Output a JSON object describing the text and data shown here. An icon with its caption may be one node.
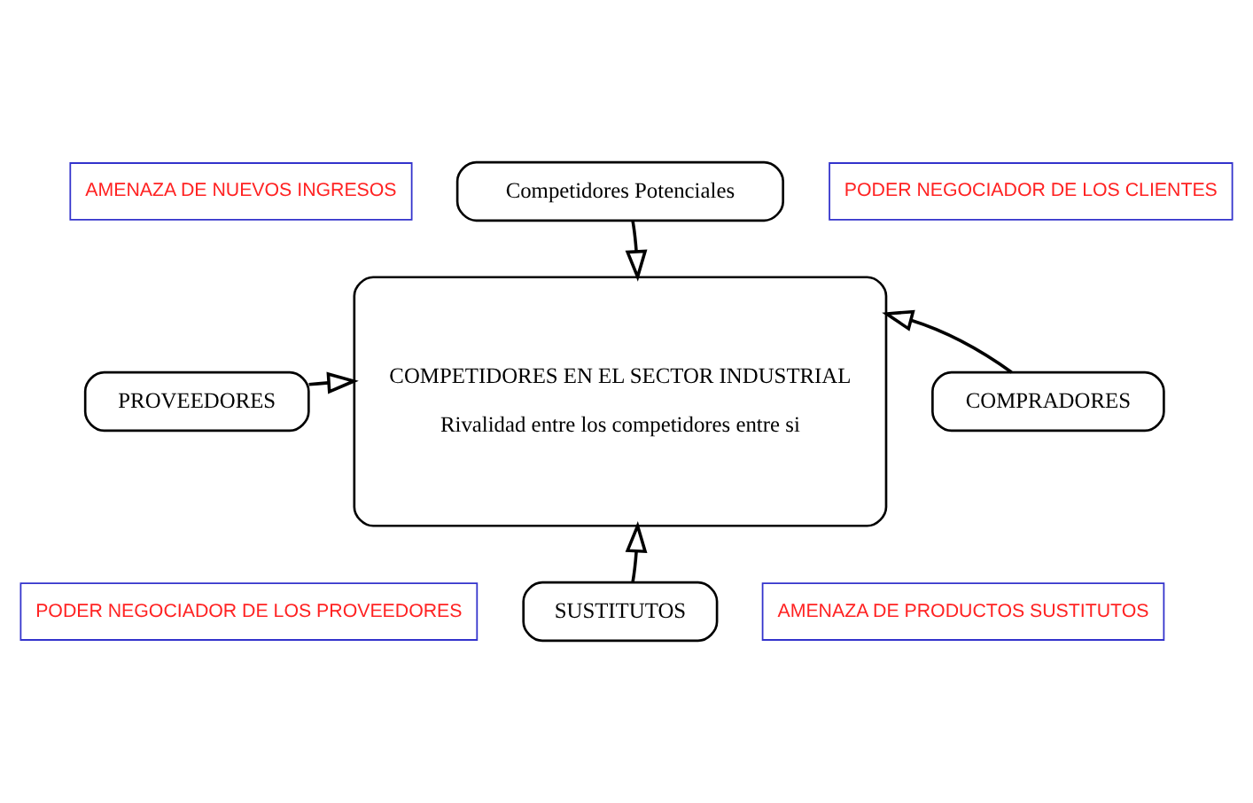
{
  "diagram": {
    "nodes": [
      {
        "text": [
          "AMENAZA DE NUEVOS INGRESOS"
        ]
      },
      {
        "text": [
          "Competidores Potenciales"
        ]
      },
      {
        "text": [
          "PODER NEGOCIADOR DE LOS CLIENTES"
        ]
      },
      {
        "text": [
          "COMPETIDORES EN EL SECTOR INDUSTRIAL",
          "Rivalidad entre los competidores entre si"
        ]
      },
      {
        "text": [
          "PROVEEDORES"
        ]
      },
      {
        "text": [
          "COMPRADORES"
        ]
      },
      {
        "text": [
          "PODER NEGOCIADOR DE LOS PROVEEDORES"
        ]
      },
      {
        "text": [
          "AMENAZA DE PRODUCTOS SUSTITUTOS"
        ]
      },
      {
        "text": [
          "SUSTITUTOS"
        ]
      }
    ],
    "edges": [
      {
        "from": 1,
        "to": 3,
        "arrow": "to"
      },
      {
        "from": 4,
        "to": 3,
        "arrow": "to"
      },
      {
        "from": 5,
        "to": 3,
        "arrow": "to"
      },
      {
        "from": 8,
        "to": 3,
        "arrow": "to"
      }
    ]
  }
}
